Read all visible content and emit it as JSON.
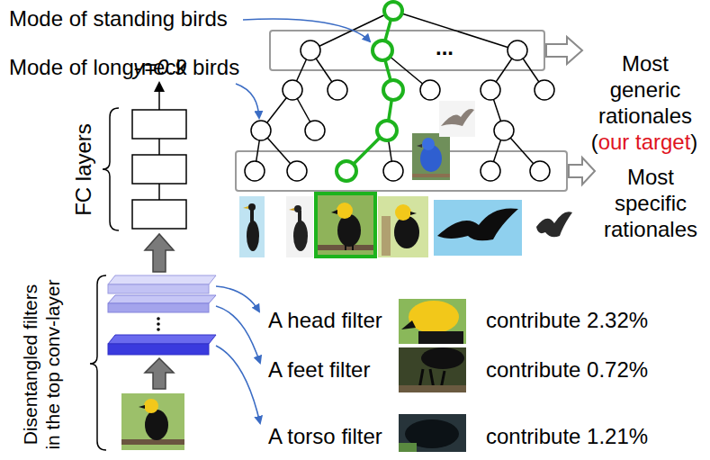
{
  "diagram": {
    "labels": [
      "Mode of standing birds",
      "...",
      "Mode of long-neck birds",
      "Most generic rationales",
      "(",
      "our target",
      ")",
      "Most specific rationales",
      "y=0.9",
      "FC layers",
      "Disentangled filters in the top conv-layer",
      "A head filter",
      "contribute 2.32%",
      "A feet filter",
      "contribute 0.72%",
      "A torso filter",
      "contribute 1.21%"
    ]
  }
}
